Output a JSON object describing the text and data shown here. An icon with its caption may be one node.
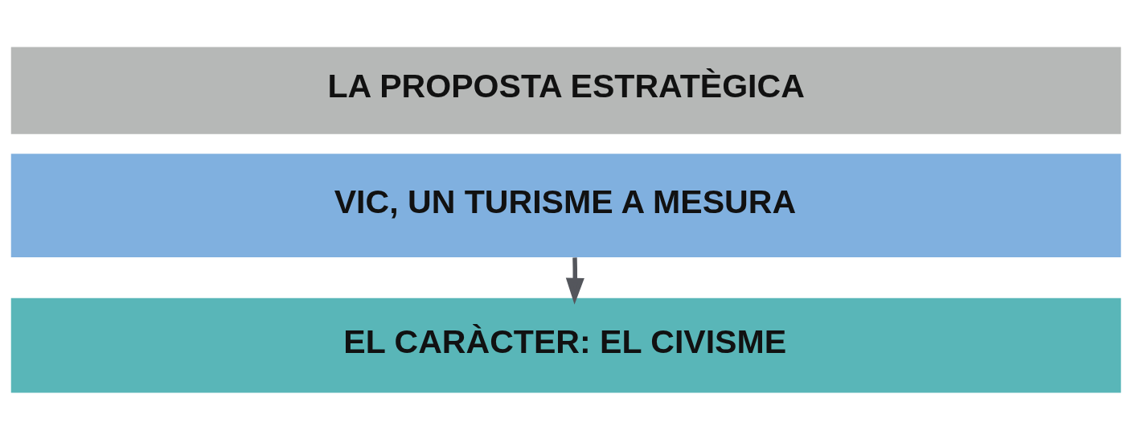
{
  "diagram": {
    "nodes": [
      {
        "text": [
          "LA PROPOSTA ESTRATÈGICA"
        ]
      },
      {
        "text": [
          "VIC, UN TURISME A MESURA"
        ]
      },
      {
        "text": [
          "EL CARÀCTER: EL CIVISME"
        ]
      }
    ],
    "edges": [
      {
        "from": 1,
        "to": 2,
        "arrow": "to"
      }
    ]
  }
}
